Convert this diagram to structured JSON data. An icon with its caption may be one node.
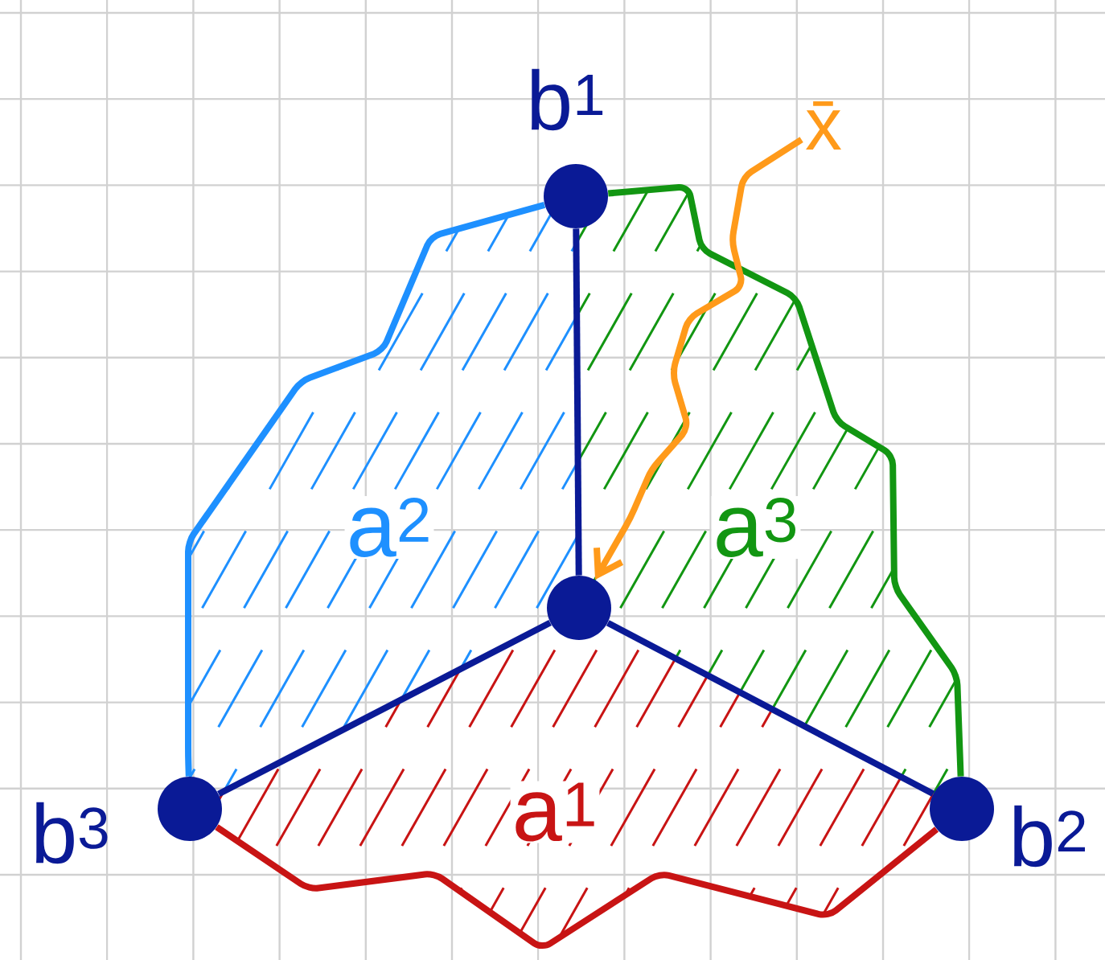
{
  "diagram": {
    "nodes": [
      {
        "text": [
          "b$^{1}$"
        ]
      },
      {
        "text": [],
        "shape": "circle"
      },
      {
        "text": [
          "b$^{2}$"
        ]
      },
      {
        "text": [
          "b$^{3}$"
        ]
      },
      {
        "text": [
          "x̄"
        ]
      }
    ],
    "edges": [
      {
        "from": 0,
        "to": 1,
        "arrow": "none"
      },
      {
        "from": 1,
        "to": 2,
        "arrow": "none"
      },
      {
        "from": 1,
        "to": 3,
        "arrow": "none"
      },
      {
        "from": 0,
        "to": 3,
        "arrow": "none",
        "color": "#1e90ff"
      },
      {
        "from": 0,
        "to": 2,
        "arrow": "none",
        "color": "#129612"
      },
      {
        "from": 3,
        "to": 2,
        "arrow": "none",
        "color": "#c81414"
      },
      {
        "from": 4,
        "to": 1,
        "arrow": "to",
        "color": "#ff9a1a"
      }
    ],
    "labels": [
      "a$^{2}$",
      "a$^{3}$",
      "a$^{1}$"
    ]
  }
}
